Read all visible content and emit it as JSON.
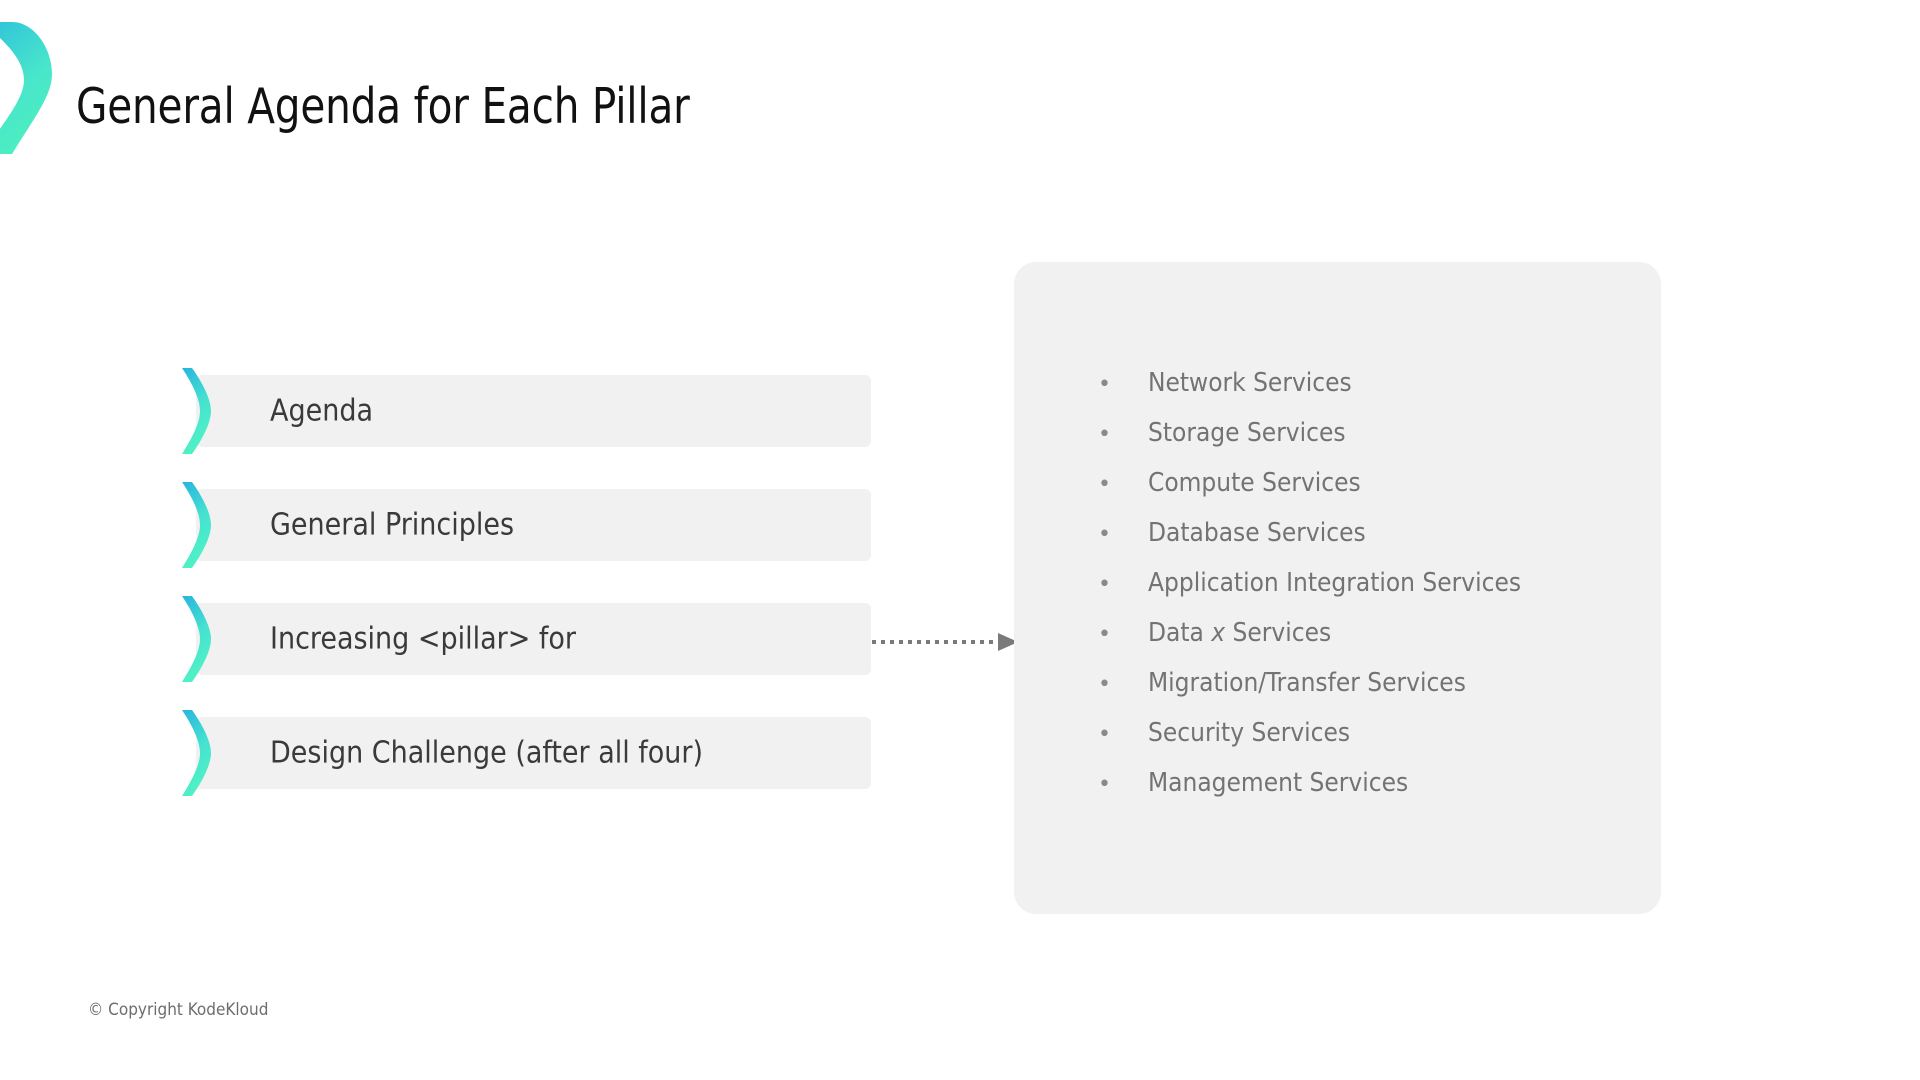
{
  "slide": {
    "title": "General Agenda for Each Pillar",
    "footer_copyright": "© Copyright KodeKloud"
  },
  "theme": {
    "accent_gradient_start": "#2fc4d9",
    "accent_gradient_end": "#4df0bf",
    "box_background": "#f1f1f1",
    "panel_background": "#f1f1f1",
    "title_color": "#111111",
    "agenda_text_color": "#3a3a3a",
    "service_text_color": "#737373",
    "connector_color": "#7a7a7a",
    "page_background": "#ffffff"
  },
  "icons": {
    "brand_chevron": "chevron-right-icon",
    "agenda_marker": "chevron-right-icon",
    "connector_arrow": "dotted-arrow-right-icon",
    "bullet": "bullet-dot-icon"
  },
  "agenda": {
    "items": [
      {
        "label": "Agenda"
      },
      {
        "label": "General Principles"
      },
      {
        "label": "Increasing <pillar> for"
      },
      {
        "label": "Design Challenge (after all four)"
      }
    ]
  },
  "services_panel": {
    "bullet_glyph": "•",
    "items": [
      {
        "text": "Network Services"
      },
      {
        "text": "Storage Services"
      },
      {
        "text": "Compute Services"
      },
      {
        "text": "Database Services"
      },
      {
        "text": "Application Integration Services"
      },
      {
        "prefix": "Data ",
        "variable": "x",
        "suffix": " Services"
      },
      {
        "text": "Migration/Transfer Services"
      },
      {
        "text": "Security Services"
      },
      {
        "text": "Management Services"
      }
    ]
  }
}
